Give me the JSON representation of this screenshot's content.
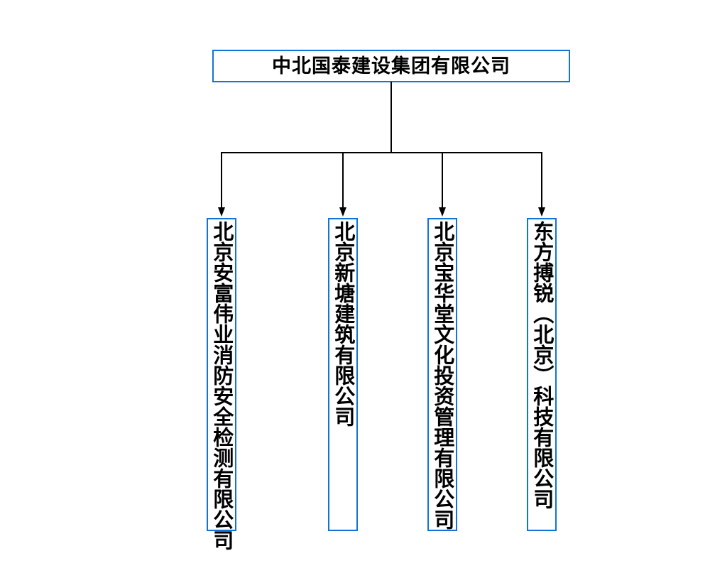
{
  "diagram": {
    "type": "organization-chart",
    "orientation": "top-down",
    "colors": {
      "box_border": "#1174d6",
      "connector": "#000000",
      "text": "#000000",
      "background": "#ffffff"
    },
    "root": {
      "label": "中北国泰建设集团有限公司"
    },
    "children": [
      {
        "label": "北京安富伟业消防安全检测有限公司"
      },
      {
        "label": "北京新塘建筑有限公司"
      },
      {
        "label": "北京宝华堂文化投资管理有限公司"
      },
      {
        "label": "东方搏锐（北京）科技有限公司"
      }
    ]
  }
}
